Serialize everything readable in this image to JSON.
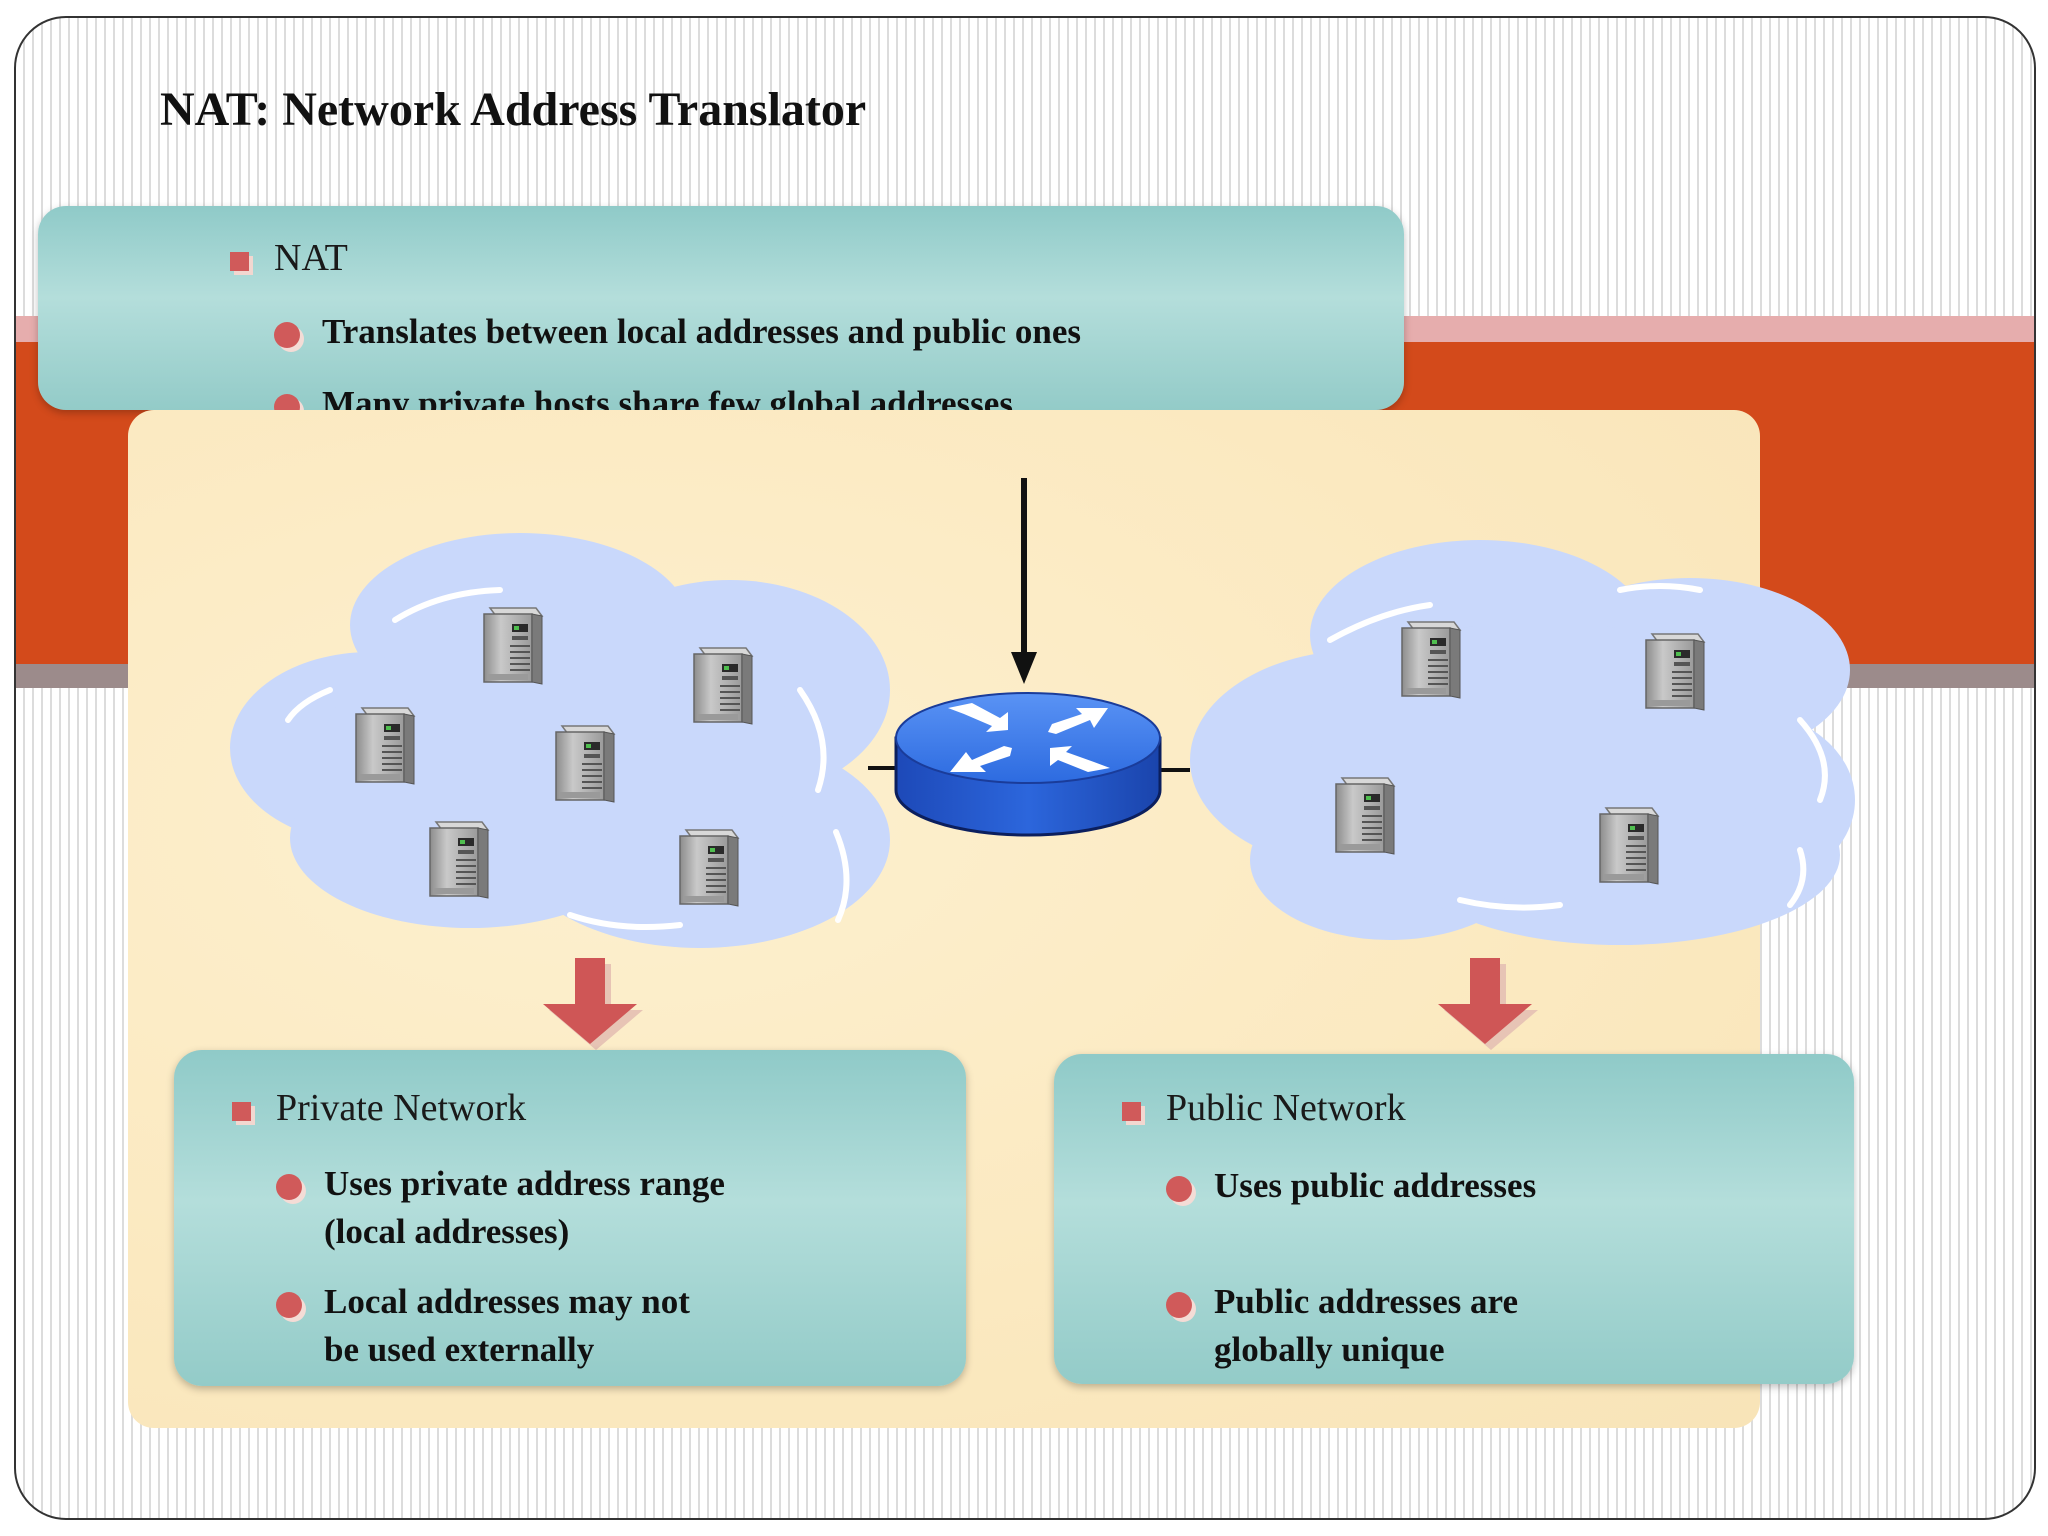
{
  "slide": {
    "title": "NAT: Network Address Translator"
  },
  "nat_box": {
    "heading": "NAT",
    "bullets": [
      "Translates between local addresses and public ones",
      "Many private hosts share few global addresses"
    ]
  },
  "private_box": {
    "heading": "Private Network",
    "bullets": [
      [
        "Uses private address range",
        "(local addresses)"
      ],
      [
        "Local addresses may not",
        "be used externally"
      ]
    ]
  },
  "public_box": {
    "heading": "Public Network",
    "bullets": [
      [
        "Uses public addresses"
      ],
      [
        "Public addresses are",
        "globally unique"
      ]
    ]
  },
  "colors": {
    "accent_red": "#d34a1b",
    "bullet": "#d05a5a",
    "teal_box": "#a4d6d3",
    "cloud": "#c9d8fb",
    "router": "#2d6be0"
  },
  "icons": [
    "server-icon",
    "router-icon",
    "cloud-icon",
    "down-arrow-icon",
    "square-bullet-icon",
    "round-bullet-icon"
  ]
}
